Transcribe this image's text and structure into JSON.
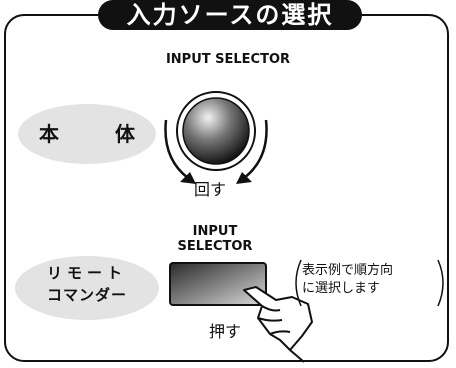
{
  "title": "入力ソースの選択",
  "main_unit": {
    "label": "本　体",
    "knob_label": "INPUT SELECTOR",
    "action": "回す"
  },
  "remote": {
    "label_line1": "リモート",
    "label_line2": "コマンダー",
    "button_label_line1": "INPUT",
    "button_label_line2": "SELECTOR",
    "action": "押す",
    "note_line1": "表示例で順方向",
    "note_line2": "に選択します"
  }
}
